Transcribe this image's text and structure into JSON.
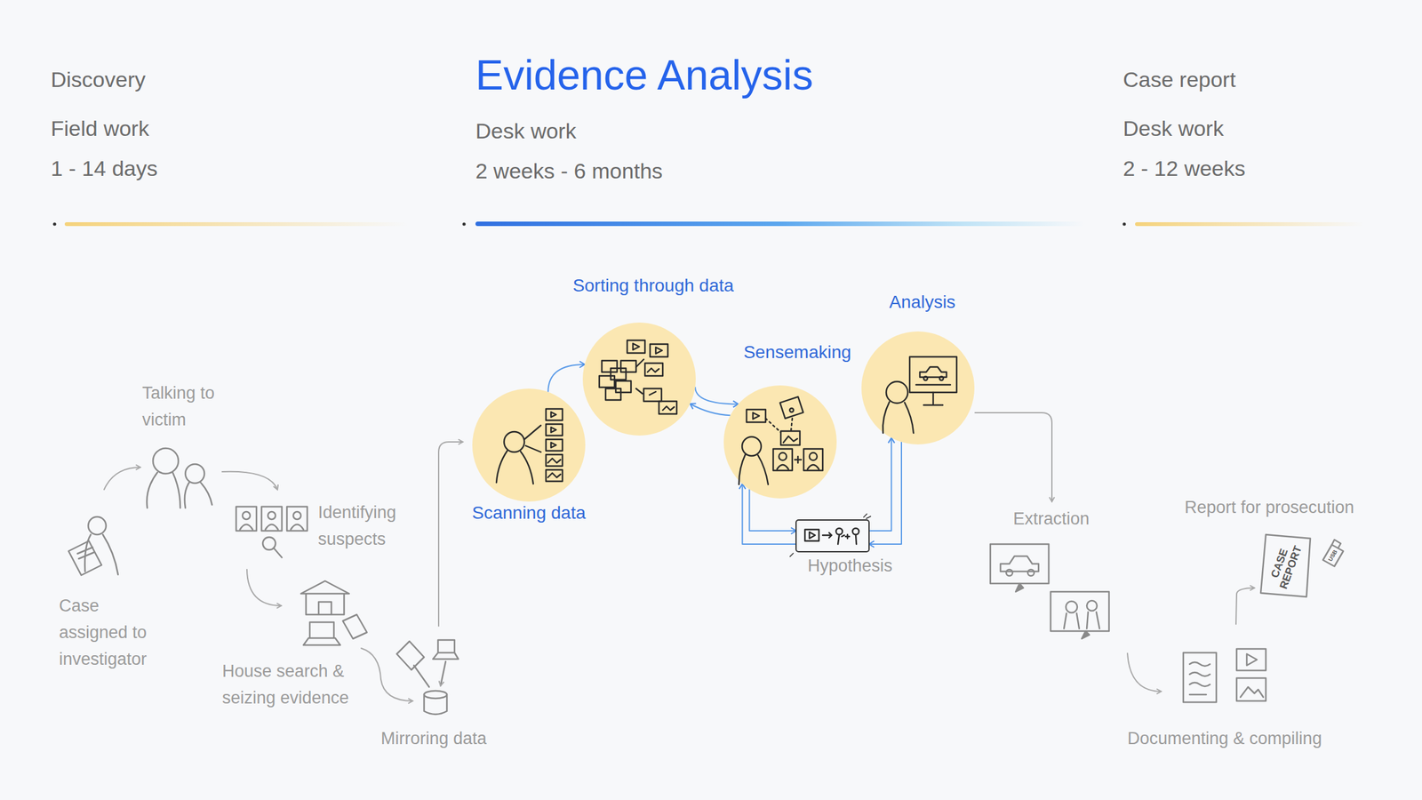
{
  "diagram": {
    "title": "Evidence Analysis",
    "nodes": [
      {
        "text": [
          "Scanning data"
        ]
      },
      {
        "text": [
          "Sorting through data"
        ]
      },
      {
        "text": [
          "Sensemaking"
        ]
      },
      {
        "text": [
          "Analysis"
        ]
      },
      {
        "text": [
          "Hypothesis"
        ]
      }
    ],
    "edges": [
      {
        "from": 0,
        "to": 1,
        "arrow": "to"
      },
      {
        "from": 1,
        "to": 2,
        "arrow": "to"
      },
      {
        "from": 2,
        "to": 1,
        "arrow": "to"
      },
      {
        "from": 2,
        "to": 4,
        "arrow": "to"
      },
      {
        "from": 4,
        "to": 2,
        "arrow": "to"
      },
      {
        "from": 4,
        "to": 3,
        "arrow": "to"
      },
      {
        "from": 3,
        "to": 4,
        "arrow": "to"
      }
    ],
    "labels": [
      "Discovery",
      "Field work",
      "1 - 14 days",
      "Desk work",
      "2 weeks - 6 months",
      "Case report",
      "Desk work",
      "2 - 12 weeks",
      "Talking to victim",
      "Identifying suspects",
      "Case assigned to investigator",
      "House search & seizing evidence",
      "Mirroring data",
      "Extraction",
      "Report for prosecution",
      "Documenting & compiling",
      "CASE REPORT",
      "USB"
    ]
  }
}
